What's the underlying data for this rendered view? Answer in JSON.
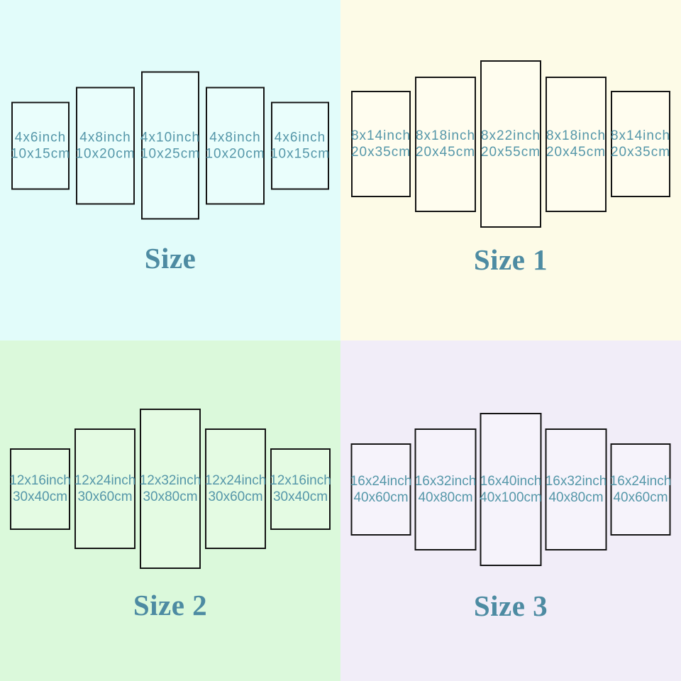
{
  "colors": {
    "panel_border": "#141414",
    "panel_text": "#5597a9",
    "title_text": "#4d8ba2"
  },
  "quadrants": [
    {
      "title": "Size",
      "bg": "#e2fcfa",
      "panel_bg": "#eafefc",
      "panels": [
        {
          "inch": "4x6inch",
          "cm": "10x15cm"
        },
        {
          "inch": "4x8inch",
          "cm": "10x20cm"
        },
        {
          "inch": "4x10inch",
          "cm": "10x25cm"
        },
        {
          "inch": "4x8inch",
          "cm": "10x20cm"
        },
        {
          "inch": "4x6inch",
          "cm": "10x15cm"
        }
      ]
    },
    {
      "title": "Size 1",
      "bg": "#fdfbe7",
      "panel_bg": "#fffdef",
      "panels": [
        {
          "inch": "8x14inch",
          "cm": "20x35cm"
        },
        {
          "inch": "8x18inch",
          "cm": "20x45cm"
        },
        {
          "inch": "8x22inch",
          "cm": "20x55cm"
        },
        {
          "inch": "8x18inch",
          "cm": "20x45cm"
        },
        {
          "inch": "8x14inch",
          "cm": "20x35cm"
        }
      ]
    },
    {
      "title": "Size 2",
      "bg": "#dbf9db",
      "panel_bg": "#e4fbe3",
      "panels": [
        {
          "inch": "12x16inch",
          "cm": "30x40cm"
        },
        {
          "inch": "12x24inch",
          "cm": "30x60cm"
        },
        {
          "inch": "12x32inch",
          "cm": "30x80cm"
        },
        {
          "inch": "12x24inch",
          "cm": "30x60cm"
        },
        {
          "inch": "12x16inch",
          "cm": "30x40cm"
        }
      ]
    },
    {
      "title": "Size 3",
      "bg": "#f1edf8",
      "panel_bg": "#f6f3fb",
      "panels": [
        {
          "inch": "16x24inch",
          "cm": "40x60cm"
        },
        {
          "inch": "16x32inch",
          "cm": "40x80cm"
        },
        {
          "inch": "16x40inch",
          "cm": "40x100cm"
        },
        {
          "inch": "16x32inch",
          "cm": "40x80cm"
        },
        {
          "inch": "16x24inch",
          "cm": "40x60cm"
        }
      ]
    }
  ]
}
